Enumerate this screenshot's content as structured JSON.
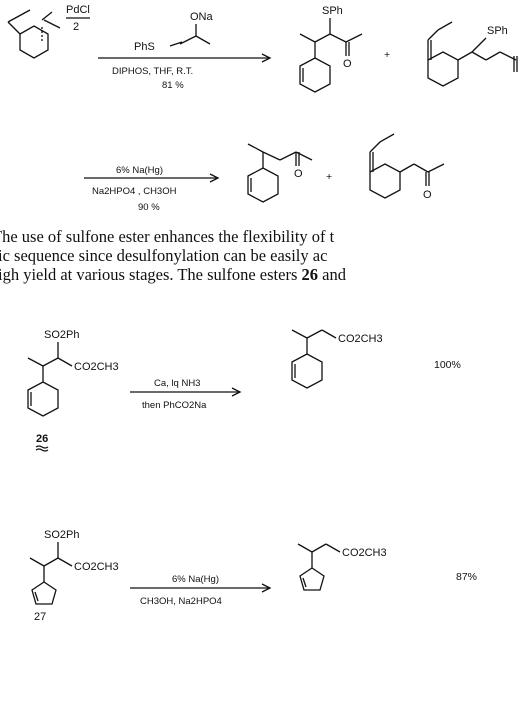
{
  "scheme1": {
    "pdcl": "PdCl",
    "pd_count": "2",
    "reagent_ona": "ONa",
    "reagent_phs": "PhS",
    "conditions": "DIPHOS, THF, R.T.",
    "yield": "81 %",
    "plus": "+",
    "sph": "SPh",
    "o": "O"
  },
  "scheme2": {
    "reagent": "6% Na(Hg)",
    "conditions": "Na2HPO4 , CH3OH",
    "yield": "90 %",
    "plus": "+",
    "o": "O"
  },
  "paragraph": {
    "line1": "The use of sulfone ester enhances the flexibility of t",
    "line2": "ic sequence since desulfonylation can be easily ac",
    "line3_pre": "igh yield at various stages. The sulfone esters ",
    "num_a": "26",
    "and": " and"
  },
  "scheme3": {
    "so2ph": "SO2Ph",
    "co2ch3": "CO2CH3",
    "reagent": "Ca, lq NH3",
    "conditions": "then PhCO2Na",
    "yield": "100%",
    "label": "26"
  },
  "scheme4": {
    "so2ph": "SO2Ph",
    "co2ch3": "CO2CH3",
    "reagent": "6% Na(Hg)",
    "conditions": "CH3OH, Na2HPO4",
    "yield": "87%",
    "label": "27"
  }
}
